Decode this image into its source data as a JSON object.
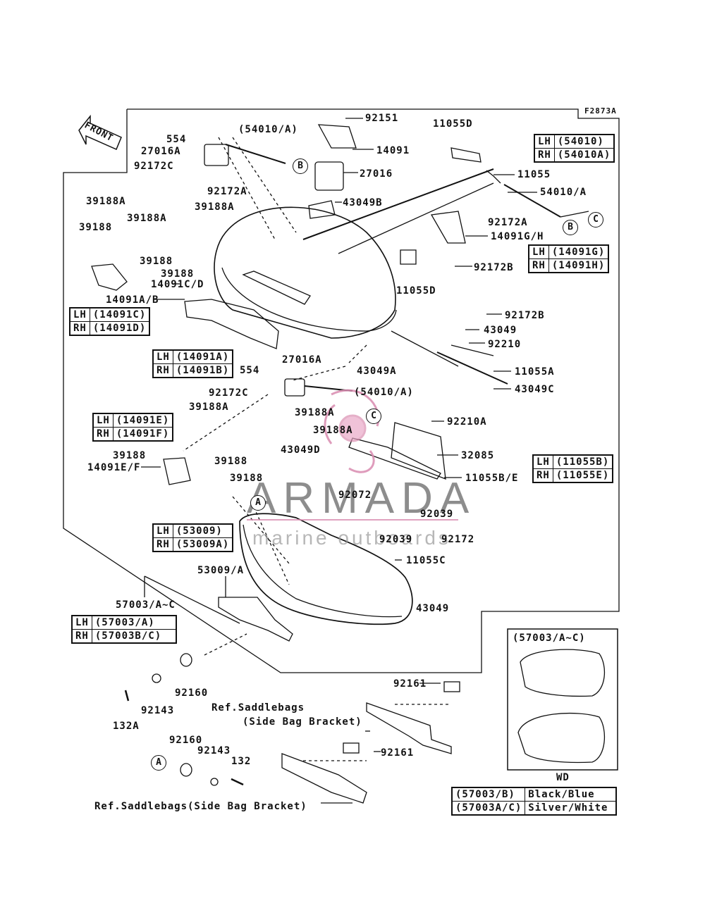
{
  "figure_code": "F2873A",
  "front_label": "FRONT",
  "watermark": {
    "title": "ARMADA",
    "subtitle": "marine outboards"
  },
  "callouts": {
    "a": "A",
    "b": "B",
    "c": "C"
  },
  "part_labels": {
    "p92151": "92151",
    "p11055D_top": "11055D",
    "p54010A_paren_top": "(54010/A)",
    "p554_top": "554",
    "p27016A_top": "27016A",
    "p92172C_top": "92172C",
    "p14091": "14091",
    "p27016": "27016",
    "p11055": "11055",
    "p54010A_right": "54010/A",
    "p92172A_top": "92172A",
    "p43049B": "43049B",
    "p39188A_1": "39188A",
    "p39188A_2": "39188A",
    "p39188A_3": "39188A",
    "p39188_1": "39188",
    "p39188_2": "39188",
    "p39188_3": "39188",
    "p92172A_right": "92172A",
    "p14091GH": "14091G/H",
    "p14091CD": "14091C/D",
    "p92172B_1": "92172B",
    "p11055D_mid": "11055D",
    "p14091AB": "14091A/B",
    "p92172B_2": "92172B",
    "p43049_1": "43049",
    "p92210": "92210",
    "p27016A_mid": "27016A",
    "p43049A": "43049A",
    "p11055A": "11055A",
    "p554_mid": "554",
    "p92172C_mid": "92172C",
    "p54010A_paren_mid": "(54010/A)",
    "p43049C": "43049C",
    "p39188A_4": "39188A",
    "p39188A_5": "39188A",
    "p39188A_6": "39188A",
    "p92210A": "92210A",
    "p43049D": "43049D",
    "p32085": "32085",
    "p39188_4": "39188",
    "p14091EF": "14091E/F",
    "p39188_5": "39188",
    "p39188_6": "39188",
    "p11055BE": "11055B/E",
    "p92072": "92072",
    "p92039_1": "92039",
    "p92039_2": "92039",
    "p92172": "92172",
    "p11055C": "11055C",
    "p53009A": "53009/A",
    "p43049_2": "43049",
    "p57003": "57003/A~C",
    "p92160_1": "92160",
    "p92143_1": "92143",
    "p132A": "132A",
    "p92161_1": "92161",
    "p92160_2": "92160",
    "p92143_2": "92143",
    "p132": "132",
    "p92161_2": "92161",
    "ref1_line1": "Ref.Saddlebags",
    "ref1_line2": "(Side Bag Bracket)",
    "ref2": "Ref.Saddlebags(Side Bag Bracket)",
    "inset_title": "(57003/A~C)",
    "inset_wd": "WD"
  },
  "tables": {
    "t54010": [
      [
        "LH",
        "(54010)"
      ],
      [
        "RH",
        "(54010A)"
      ]
    ],
    "t14091GH": [
      [
        "LH",
        "(14091G)"
      ],
      [
        "RH",
        "(14091H)"
      ]
    ],
    "t14091CD": [
      [
        "LH",
        "(14091C)"
      ],
      [
        "RH",
        "(14091D)"
      ]
    ],
    "t14091AB": [
      [
        "LH",
        "(14091A)"
      ],
      [
        "RH",
        "(14091B)"
      ]
    ],
    "t14091EF": [
      [
        "LH",
        "(14091E)"
      ],
      [
        "RH",
        "(14091F)"
      ]
    ],
    "t11055BE": [
      [
        "LH",
        "(11055B)"
      ],
      [
        "RH",
        "(11055E)"
      ]
    ],
    "t53009": [
      [
        "LH",
        "(53009)"
      ],
      [
        "RH",
        "(53009A)"
      ]
    ],
    "t57003": [
      [
        "LH",
        "(57003/A)"
      ],
      [
        "RH",
        "(57003B/C)"
      ]
    ],
    "t_colors": [
      [
        "(57003/B)",
        "Black/Blue"
      ],
      [
        "(57003A/C)",
        "Silver/White"
      ]
    ]
  }
}
